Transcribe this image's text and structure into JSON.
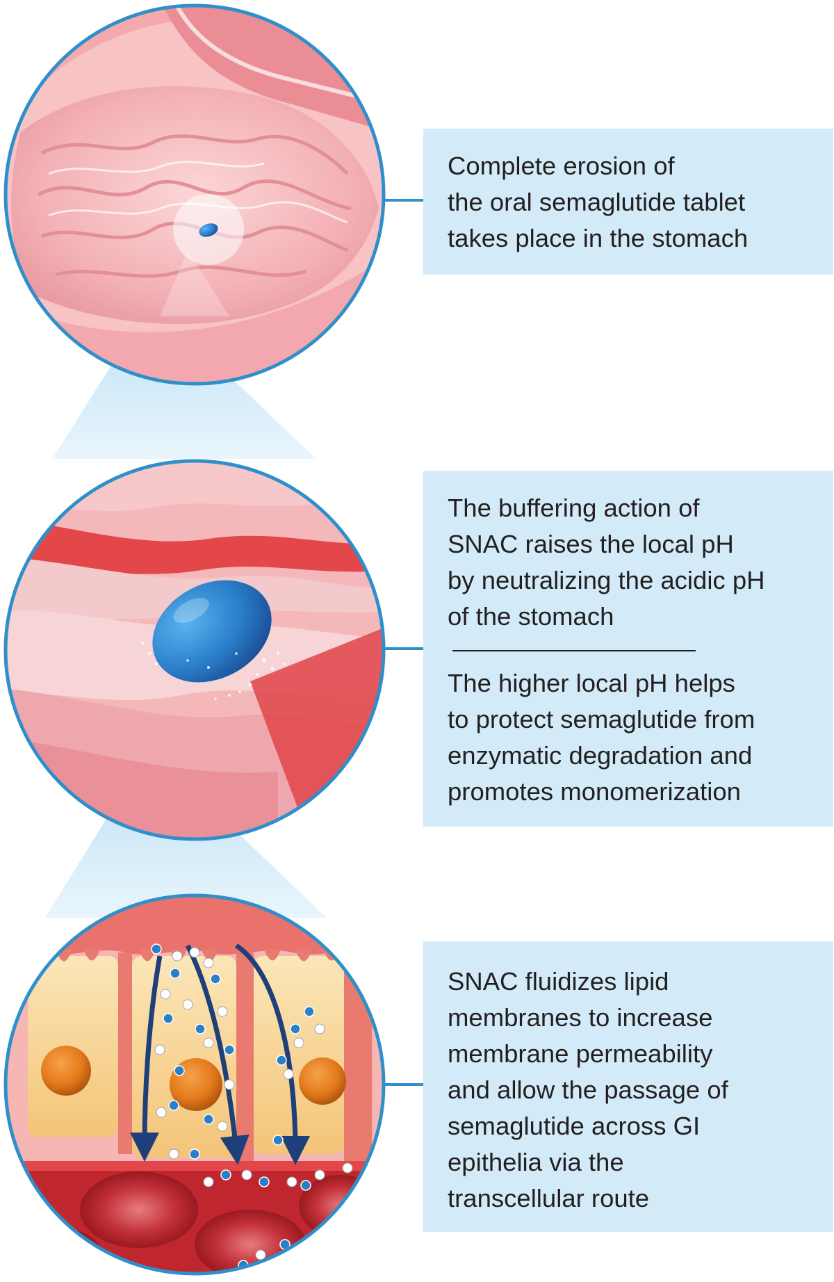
{
  "steps": [
    {
      "text": [
        "Complete erosion of\nthe oral semaglutide tablet\ntakes place in the stomach"
      ]
    },
    {
      "text": [
        "The buffering action of\nSNAC raises the local pH\nby neutralizing the acidic pH\nof the stomach",
        "The higher local pH helps\nto protect semaglutide from\nenzymatic degradation and\npromotes monomerization"
      ]
    },
    {
      "text": [
        "SNAC fluidizes lipid\nmembranes to increase\nmembrane permeability\nand allow the passage of\nsemaglutide across GI\nepithelia via the\ntranscellular route"
      ]
    }
  ],
  "colors": {
    "ring": "#2f8fcb",
    "box_fill": "#d3ebf8",
    "tissue_pink": "#f2b3b8",
    "tissue_red": "#e3474a",
    "tablet_blue": "#2a7fc9",
    "cell_yellow": "#f9d79a",
    "nucleus_orange": "#e37a1c",
    "blood_red": "#a11b22",
    "arrow_navy": "#1f3f7a"
  }
}
